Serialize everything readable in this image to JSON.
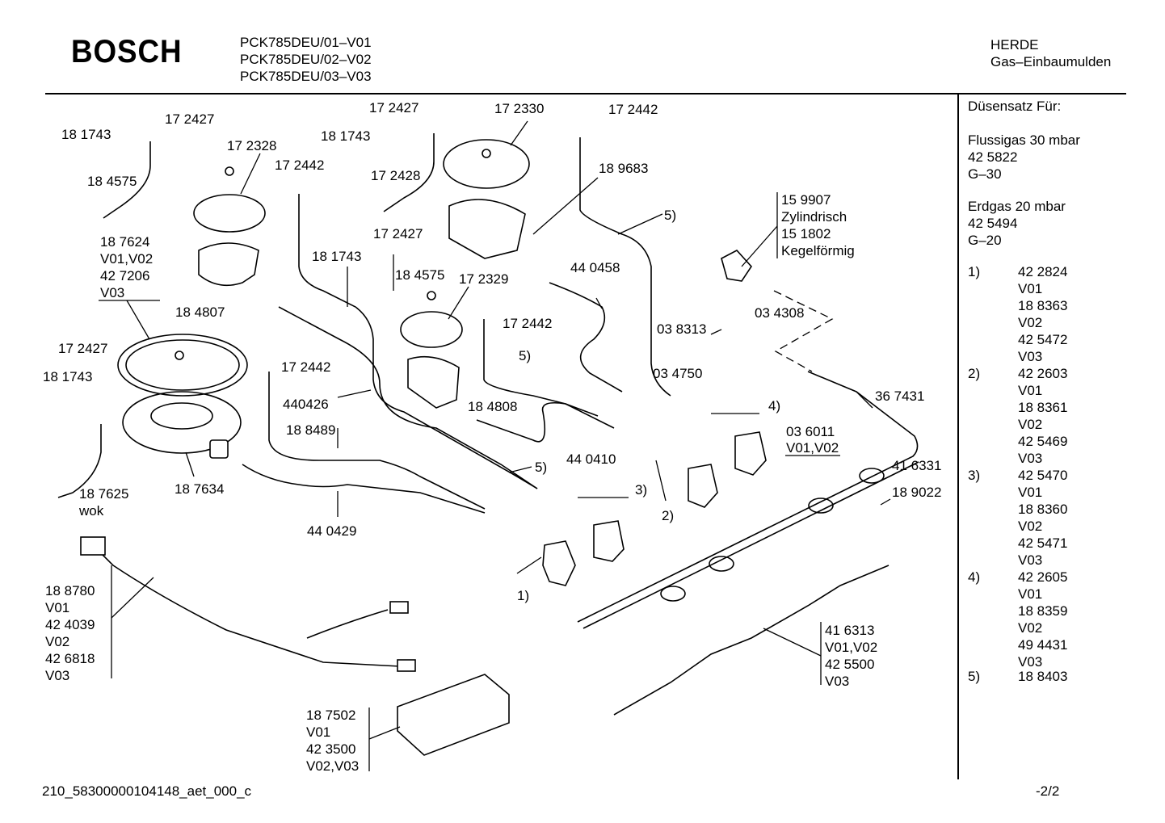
{
  "brand": "BOSCH",
  "models": [
    "PCK785DEU/01–V01",
    "PCK785DEU/02–V02",
    "PCK785DEU/03–V03"
  ],
  "category": [
    "HERDE",
    "Gas–Einbaumulden"
  ],
  "sidebar": {
    "title": "Düsensatz Für:",
    "gas1": [
      "Flussigas 30 mbar",
      "42 5822",
      "G–30"
    ],
    "gas2": [
      "Erdgas 20 mbar",
      "42 5494",
      "G–20"
    ],
    "entries": [
      {
        "num": "1)",
        "codes": [
          "42 2824",
          "V01",
          "18 8363",
          "V02",
          "42 5472",
          "V03"
        ]
      },
      {
        "num": "2)",
        "codes": [
          "42 2603",
          "V01",
          "18 8361",
          "V02",
          "42 5469",
          "V03"
        ]
      },
      {
        "num": "3)",
        "codes": [
          "42 5470",
          "V01",
          "18 8360",
          "V02",
          "42 5471",
          "V03"
        ]
      },
      {
        "num": "4)",
        "codes": [
          "42 2605",
          "V01",
          "18 8359",
          "V02",
          "49 4431",
          "V03"
        ]
      },
      {
        "num": "5)",
        "codes": [
          "18 8403"
        ]
      }
    ]
  },
  "labels": [
    "17 2427",
    "18 1743",
    "18 4575",
    "17 2328",
    "17 2442",
    "17 2427",
    "18 1743",
    "17 2428",
    "17 2330",
    "17 2442",
    "18 9683",
    "5)",
    "15 9907",
    "Zylindrisch",
    "15 1802",
    "Kegelförmig",
    "18 7624",
    "V01,V02",
    "42 7206",
    "V03",
    "18 4807",
    "18 1743",
    "17 2427",
    "18 4575",
    "17 2329",
    "17 2442",
    "44 0458",
    "03 8313",
    "03 4308",
    "17 2427",
    "18 1743",
    "17 2442",
    "440426",
    "5)",
    "03 4750",
    "4)",
    "36 7431",
    "18 4808",
    "18 8489",
    "44 0410",
    "5)",
    "03 6011",
    "V01,V02",
    "41 6331",
    "18 9022",
    "3)",
    "2)",
    "18 7625",
    "wok",
    "18 7634",
    "44 0429",
    "1)",
    "18 8780",
    "V01",
    "42 4039",
    "V02",
    "42 6818",
    "V03",
    "41 6313",
    "V01,V02",
    "42 5500",
    "V03",
    "18 7502",
    "V01",
    "42 3500",
    "V02,V03"
  ],
  "footer": {
    "id": "210_58300000104148_aet_000_c",
    "page": "-2/2"
  }
}
